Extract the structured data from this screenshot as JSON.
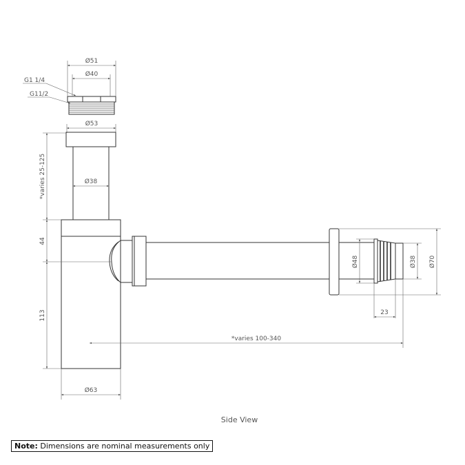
{
  "title": "Side View",
  "note": {
    "label": "Note:",
    "text": "Dimensions are nominal measurements only"
  },
  "dimensions": {
    "nut_outer": "Ø51",
    "nut_inner": "Ø40",
    "thread_top": "G1 1/4",
    "thread_bottom": "G11/2",
    "cap": "Ø53",
    "pipe": "Ø38",
    "height_varies": "*varies 25-125",
    "body_top": "44",
    "body_bottom": "113",
    "body_width": "Ø63",
    "outlet_ring": "Ø48",
    "outlet_tail": "Ø38",
    "outlet_flange": "Ø70",
    "outlet_length": "23",
    "length_varies": "*varies 100-340"
  }
}
